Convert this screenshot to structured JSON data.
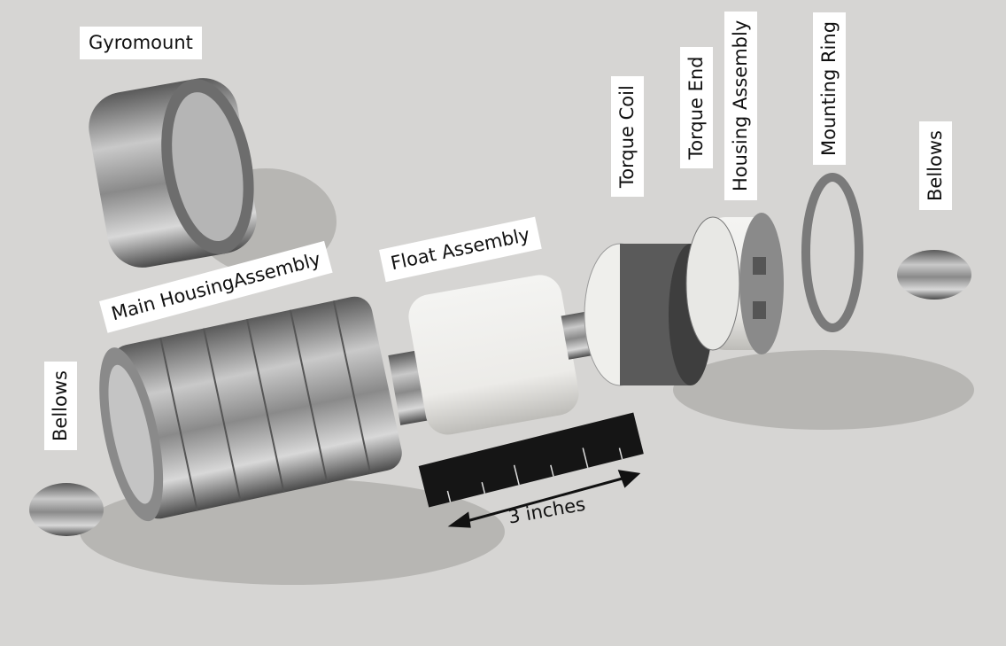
{
  "labels": {
    "gyromount": "Gyromount",
    "main_housing": "Main HousingAssembly",
    "float_assembly": "Float Assembly",
    "torque_coil": "Torque Coil",
    "torque_end": "Torque End",
    "housing_assembly": "Housing Assembly",
    "mounting_ring": "Mounting Ring",
    "bellows_right": "Bellows",
    "bellows_left": "Bellows",
    "scale": "3 inches"
  }
}
